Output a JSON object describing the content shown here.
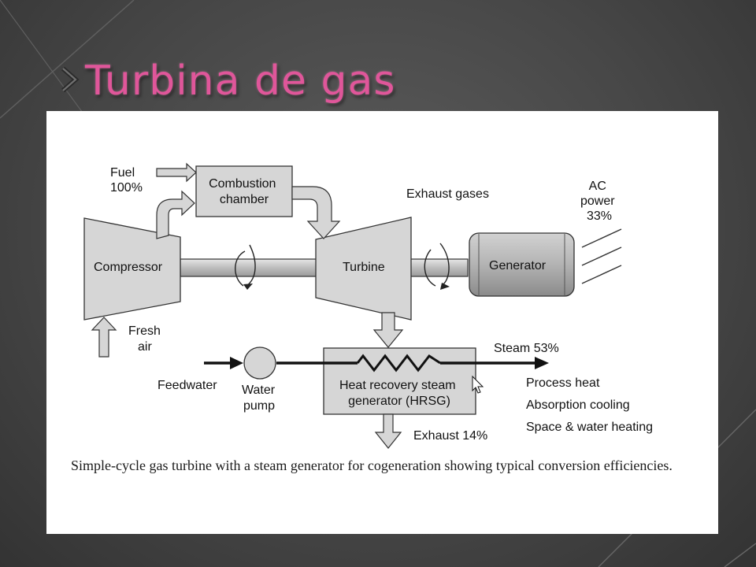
{
  "slide": {
    "title": "Turbina de gas",
    "title_color": "#e0569a",
    "bullet_icon": "chevron-right-icon"
  },
  "diagram": {
    "labels": {
      "fuel": [
        "Fuel",
        "100%"
      ],
      "combustion": [
        "Combustion",
        "chamber"
      ],
      "exhaust_gases": "Exhaust gases",
      "ac_power": [
        "AC",
        "power",
        "33%"
      ],
      "compressor": "Compressor",
      "turbine": "Turbine",
      "generator": "Generator",
      "fresh_air": [
        "Fresh",
        "air"
      ],
      "steam": "Steam 53%",
      "feedwater": "Feedwater",
      "water_pump": [
        "Water",
        "pump"
      ],
      "hrsg": [
        "Heat recovery steam",
        "generator (HRSG)"
      ],
      "exhaust": "Exhaust 14%",
      "uses": [
        "Process heat",
        "Absorption cooling",
        "Space & water heating"
      ]
    },
    "caption": "Simple-cycle gas turbine with a steam generator for cogeneration showing typical conversion efficiencies."
  }
}
